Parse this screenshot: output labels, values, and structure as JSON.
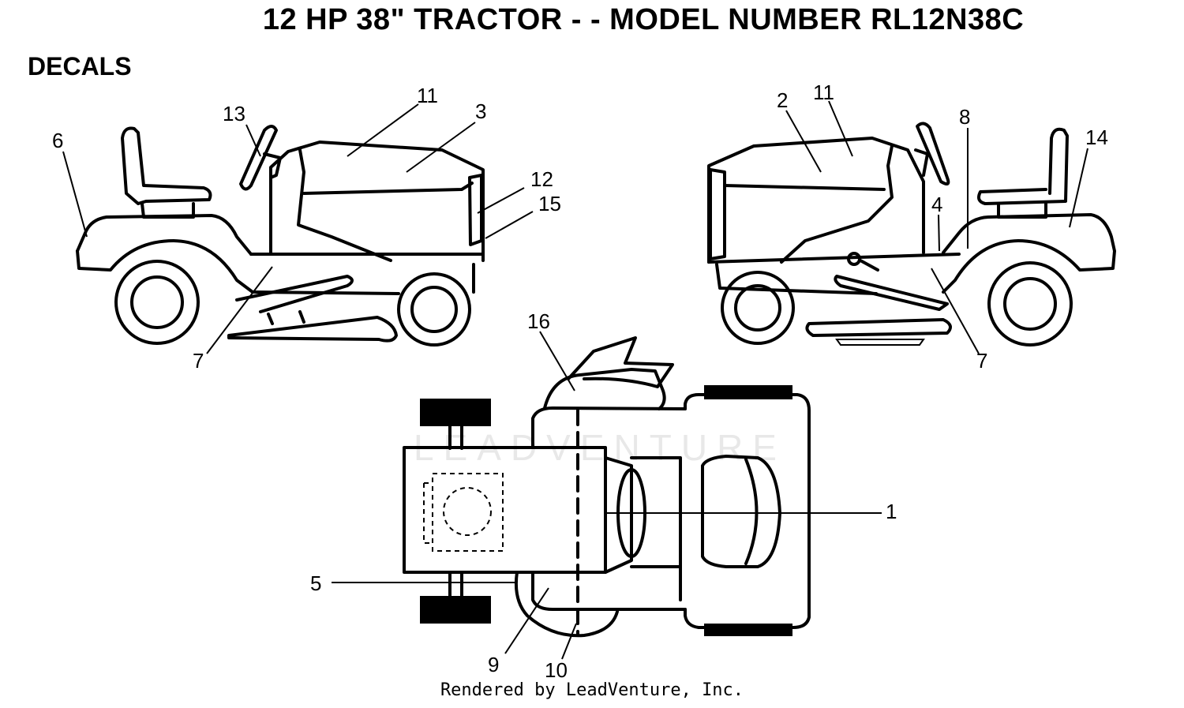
{
  "title": "12 HP 38\" TRACTOR - - MODEL NUMBER RL12N38C",
  "section": "DECALS",
  "watermark": "LEADVENTURE",
  "footer": "Rendered by LeadVenture, Inc.",
  "callouts": {
    "left": [
      "13",
      "11",
      "3",
      "6",
      "12",
      "15",
      "7"
    ],
    "right": [
      "2",
      "11",
      "8",
      "14",
      "4",
      "7"
    ],
    "top": [
      "16",
      "1",
      "5",
      "9",
      "10"
    ]
  }
}
